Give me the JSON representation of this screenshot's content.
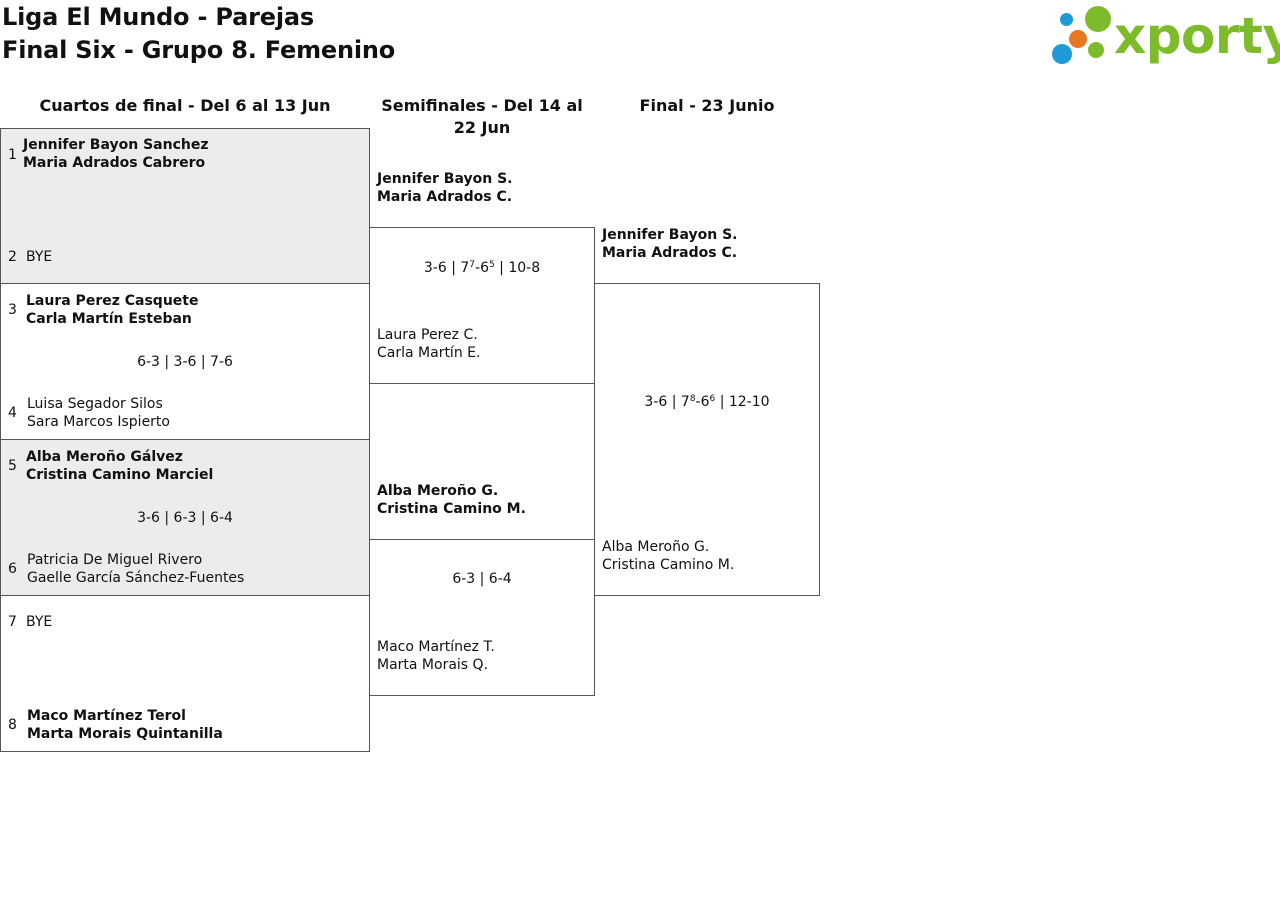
{
  "header": {
    "title_line1": "Liga El Mundo - Parejas",
    "title_line2": "Final Six - Grupo 8. Femenino"
  },
  "logo": {
    "text": "xporty",
    "colors": {
      "green": "#7dbb2a",
      "orange": "#e87722",
      "blue": "#1e9ad6"
    }
  },
  "rounds": [
    {
      "label": "Cuartos de final - Del 6 al 13 Jun"
    },
    {
      "label": "Semifinales - Del 14 al 22 Jun"
    },
    {
      "label": "Final - 23 Junio"
    }
  ],
  "quarterfinals": [
    {
      "top": {
        "seed": "1",
        "line1": "Jennifer Bayon Sanchez",
        "line2": "Maria Adrados Cabrero",
        "winner": true
      },
      "bottom": {
        "seed": "2",
        "line1": "BYE",
        "line2": "",
        "winner": false
      },
      "score": ""
    },
    {
      "top": {
        "seed": "3",
        "line1": "Laura Perez Casquete",
        "line2": "Carla Martín Esteban",
        "winner": true
      },
      "bottom": {
        "seed": "4",
        "line1": "Luisa Segador Silos",
        "line2": "Sara Marcos Ispierto",
        "winner": false
      },
      "score": "6-3 | 3-6 | 7-6"
    },
    {
      "top": {
        "seed": "5",
        "line1": "Alba Meroño Gálvez",
        "line2": "Cristina Camino Marciel",
        "winner": true
      },
      "bottom": {
        "seed": "6",
        "line1": "Patricia De Miguel Rivero",
        "line2": "Gaelle García Sánchez-Fuentes",
        "winner": false
      },
      "score": "3-6 | 6-3 | 6-4"
    },
    {
      "top": {
        "seed": "7",
        "line1": "BYE",
        "line2": "",
        "winner": false
      },
      "bottom": {
        "seed": "8",
        "line1": "Maco Martínez Terol",
        "line2": "Marta Morais Quintanilla",
        "winner": true
      },
      "score": ""
    }
  ],
  "semifinals": [
    {
      "top": {
        "line1": "Jennifer Bayon S.",
        "line2": "Maria Adrados C.",
        "winner": true
      },
      "bottom": {
        "line1": "Laura Perez C.",
        "line2": "Carla Martín E.",
        "winner": false
      },
      "score": {
        "a": "3-6 | 7",
        "a_sup": "7",
        "b": "-6",
        "b_sup": "5",
        "c": " | 10-8"
      }
    },
    {
      "top": {
        "line1": "Alba Meroño G.",
        "line2": "Cristina Camino M.",
        "winner": true
      },
      "bottom": {
        "line1": "Maco Martínez T.",
        "line2": "Marta Morais Q.",
        "winner": false
      },
      "score": "6-3 | 6-4"
    }
  ],
  "final": {
    "top": {
      "line1": "Jennifer Bayon S.",
      "line2": "Maria Adrados C.",
      "winner": true
    },
    "bottom": {
      "line1": "Alba Meroño G.",
      "line2": "Cristina Camino M.",
      "winner": false
    },
    "score": {
      "a": "3-6 | 7",
      "a_sup": "8",
      "b": "-6",
      "b_sup": "6",
      "c": " | 12-10"
    }
  }
}
